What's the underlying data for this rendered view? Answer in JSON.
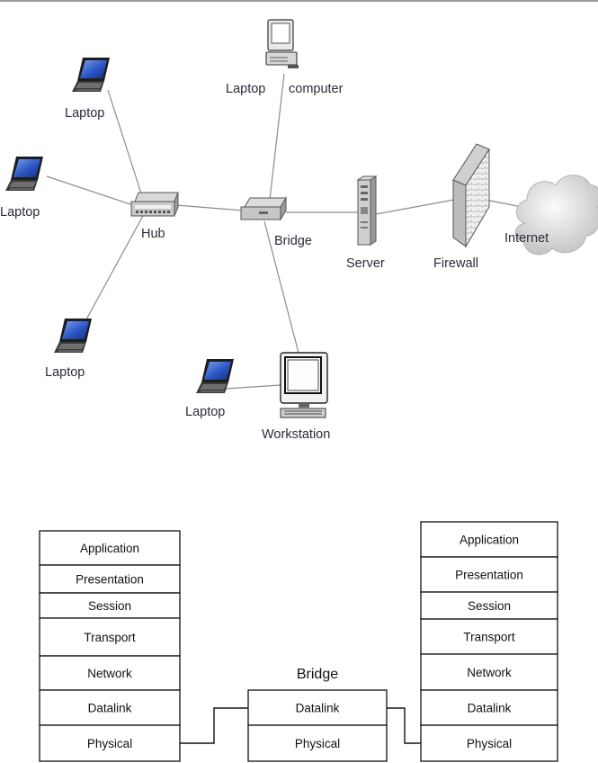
{
  "network": {
    "labels": {
      "laptop_top_left": "Laptop",
      "laptop_left": "Laptop",
      "laptop_bottom_left": "Laptop",
      "laptop_top": "Laptop",
      "computer": "computer",
      "laptop_bottom": "Laptop",
      "hub": "Hub",
      "bridge": "Bridge",
      "server": "Server",
      "firewall": "Firewall",
      "internet": "Internet",
      "workstation": "Workstation"
    }
  },
  "osi": {
    "left_stack": [
      "Application",
      "Presentation",
      "Session",
      "Transport",
      "Network",
      "Datalink",
      "Physical"
    ],
    "right_stack": [
      "Application",
      "Presentation",
      "Session",
      "Transport",
      "Network",
      "Datalink",
      "Physical"
    ],
    "bridge": {
      "title": "Bridge",
      "layers": [
        "Datalink",
        "Physical"
      ]
    }
  }
}
